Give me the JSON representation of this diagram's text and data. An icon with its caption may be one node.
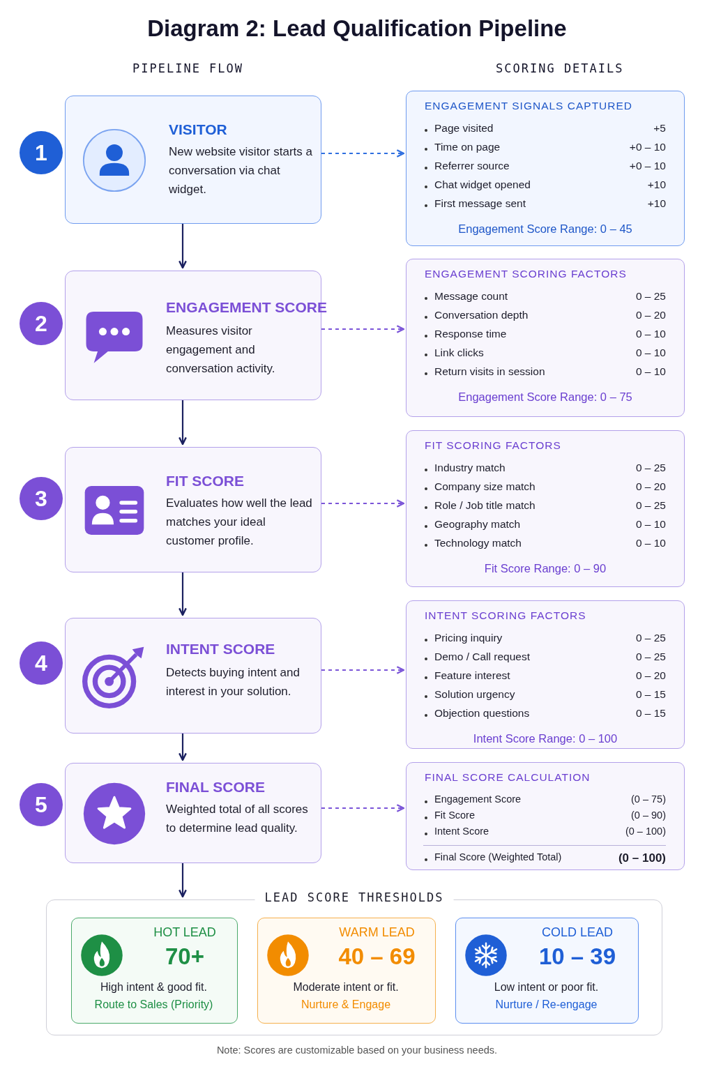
{
  "diagram": {
    "title": "Diagram 2: Lead Qualification Pipeline",
    "caption": "Note: Scores are customizable based on your business needs.",
    "labels": [
      "PIPELINE FLOW",
      "SCORING DETAILS"
    ],
    "nodes": [
      {
        "text": [
          "1"
        ]
      },
      {
        "text": [
          "VISITOR",
          "New website visitor starts a conversation via chat widget."
        ]
      },
      {
        "text": [
          "ENGAGEMENT SIGNALS CAPTURED",
          "Page visited",
          "+5",
          "Time on page",
          "+0 – 10",
          "Referrer source",
          "+0 – 10",
          "Chat widget opened",
          "+10",
          "First message sent",
          "+10",
          "Engagement Score Range: 0 – 45"
        ]
      },
      {
        "text": [
          "2"
        ]
      },
      {
        "text": [
          "ENGAGEMENT SCORE",
          "Measures visitor engagement and conversation activity."
        ]
      },
      {
        "text": [
          "ENGAGEMENT SCORING FACTORS",
          "Message count",
          "0 – 25",
          "Conversation depth",
          "0 – 20",
          "Response time",
          "0 – 10",
          "Link clicks",
          "0 – 10",
          "Return visits in session",
          "0 – 10",
          "Engagement Score Range: 0 – 75"
        ]
      },
      {
        "text": [
          "3"
        ]
      },
      {
        "text": [
          "FIT SCORE",
          "Evaluates how well the lead matches your ideal customer profile."
        ]
      },
      {
        "text": [
          "FIT SCORING FACTORS",
          "Industry match",
          "0 – 25",
          "Company size match",
          "0 – 20",
          "Role / Job title match",
          "0 – 25",
          "Geography match",
          "0 – 10",
          "Technology match",
          "0 – 10",
          "Fit Score Range: 0 – 90"
        ]
      },
      {
        "text": [
          "4"
        ]
      },
      {
        "text": [
          "INTENT SCORE",
          "Detects buying intent and interest in your solution."
        ]
      },
      {
        "text": [
          "INTENT SCORING FACTORS",
          "Pricing inquiry",
          "0 – 25",
          "Demo / Call request",
          "0 – 25",
          "Feature interest",
          "0 – 20",
          "Solution urgency",
          "0 – 15",
          "Objection questions",
          "0 – 15",
          "Intent Score Range: 0 – 100"
        ]
      },
      {
        "text": [
          "5"
        ]
      },
      {
        "text": [
          "FINAL SCORE",
          "Weighted total of all scores to determine lead quality."
        ]
      },
      {
        "text": [
          "FINAL SCORE CALCULATION",
          "Engagement Score",
          "(0 – 75)",
          "Fit Score",
          "(0 – 90)",
          "Intent Score",
          "(0 – 100)",
          "Final Score (Weighted Total)",
          "(0 – 100)"
        ]
      },
      {
        "text": [
          "LEAD SCORE THRESHOLDS"
        ]
      },
      {
        "text": [
          "HOT LEAD",
          "70+",
          "High intent & good fit.",
          "Route to Sales (Priority)"
        ],
        "in": 15
      },
      {
        "text": [
          "WARM LEAD",
          "40 – 69",
          "Moderate intent or fit.",
          "Nurture & Engage"
        ],
        "in": 15
      },
      {
        "text": [
          "COLD LEAD",
          "10 – 39",
          "Low intent or poor fit.",
          "Nurture / Re-engage"
        ],
        "in": 15
      }
    ],
    "edges": [
      {
        "from": 1,
        "to": 2,
        "arrow": "to",
        "style": "dashed",
        "color": "#2f6fe0"
      },
      {
        "from": 1,
        "to": 4,
        "arrow": "to"
      },
      {
        "from": 4,
        "to": 5,
        "arrow": "to",
        "style": "dashed",
        "color": "#7b55d8"
      },
      {
        "from": 4,
        "to": 7,
        "arrow": "to"
      },
      {
        "from": 7,
        "to": 8,
        "arrow": "to",
        "style": "dashed",
        "color": "#7b55d8"
      },
      {
        "from": 7,
        "to": 10,
        "arrow": "to"
      },
      {
        "from": 10,
        "to": 11,
        "arrow": "to",
        "style": "dashed",
        "color": "#7b55d8"
      },
      {
        "from": 10,
        "to": 13,
        "arrow": "to"
      },
      {
        "from": 13,
        "to": 14,
        "arrow": "to",
        "style": "dashed",
        "color": "#7b55d8"
      },
      {
        "from": 13,
        "to": 15,
        "arrow": "to"
      }
    ]
  }
}
